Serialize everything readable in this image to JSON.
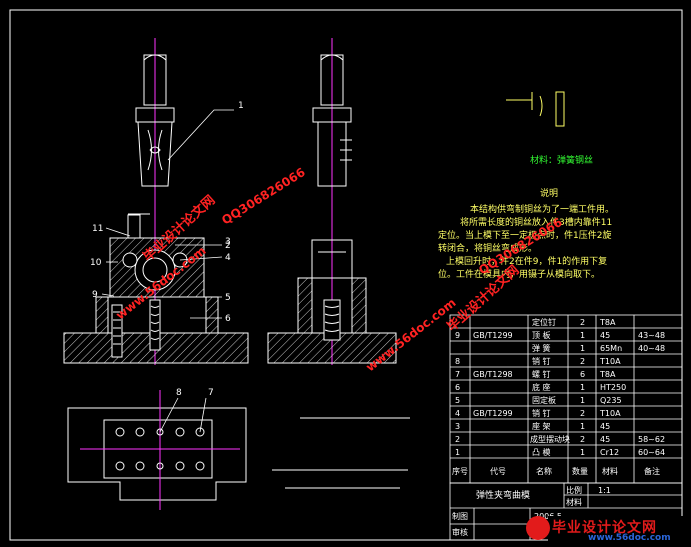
{
  "callouts": {
    "c1": "1",
    "c2": "2",
    "c3": "3",
    "c4": "4",
    "c5": "5",
    "c6": "6",
    "c7": "7",
    "c8": "8",
    "c9": "9",
    "c10": "10",
    "c11": "11"
  },
  "material_note": "材料：弹簧钢丝",
  "description": {
    "title": "说明",
    "lines": [
      "本结构供弯制铜丝为了一端工件用。",
      "将所需长度的铜丝放入件3槽内靠件11",
      "定位。当上模下至一定极点时，件1压件2旋",
      "转闭合，将铜丝弯成形。",
      "上模回升时，件2在件9，件1的作用下复",
      "位。工件在模具内，用镊子从模向取下。"
    ]
  },
  "bom": {
    "rows": [
      {
        "no": "",
        "code": "",
        "name": "定位钉",
        "qty": "2",
        "mat": "T8A",
        "note": ""
      },
      {
        "no": "9",
        "code": "GB/T1299",
        "name": "顶 板",
        "qty": "1",
        "mat": "45",
        "note": "43~48"
      },
      {
        "no": "",
        "code": "",
        "name": "弹 簧",
        "qty": "1",
        "mat": "65Mn",
        "note": "40~48"
      },
      {
        "no": "8",
        "code": "",
        "name": "销 钉",
        "qty": "2",
        "mat": "T10A",
        "note": ""
      },
      {
        "no": "7",
        "code": "GB/T1298",
        "name": "螺 钉",
        "qty": "6",
        "mat": "T8A",
        "note": ""
      },
      {
        "no": "6",
        "code": "",
        "name": "底 座",
        "qty": "1",
        "mat": "HT250",
        "note": ""
      },
      {
        "no": "5",
        "code": "",
        "name": "固定板",
        "qty": "1",
        "mat": "Q235",
        "note": ""
      },
      {
        "no": "4",
        "code": "GB/T1299",
        "name": "销 钉",
        "qty": "2",
        "mat": "T10A",
        "note": ""
      },
      {
        "no": "3",
        "code": "",
        "name": "座 架",
        "qty": "1",
        "mat": "45",
        "note": ""
      },
      {
        "no": "2",
        "code": "",
        "name": "成型摆动块",
        "qty": "2",
        "mat": "45",
        "note": "58~62"
      },
      {
        "no": "1",
        "code": "",
        "name": "凸 模",
        "qty": "1",
        "mat": "Cr12",
        "note": "60~64"
      }
    ],
    "header": {
      "no": "序号",
      "code": "代号",
      "name": "名称",
      "qty": "数量",
      "mat": "材料",
      "note": "备注"
    }
  },
  "title_block": {
    "drawing_name": "弹性夹弯曲模",
    "scale_label": "比例",
    "scale_value": "1:1",
    "material_label": "材料",
    "drawn_label": "制图",
    "date": "2006.5",
    "checked_label": "审核"
  },
  "watermarks": {
    "site_cn": "毕业设计论文网",
    "qq": "QQ306826066",
    "url": "www.56doc.com"
  },
  "logo": {
    "brand": "毕业设计论文网",
    "url": "www.56doc.com"
  },
  "colors": {
    "background": "#000000",
    "outline": "#ffffff",
    "centerline": "#ff33ff",
    "callout_text": "#ffffff",
    "material_text": "#33ff33",
    "watermark": "#ff2222"
  }
}
